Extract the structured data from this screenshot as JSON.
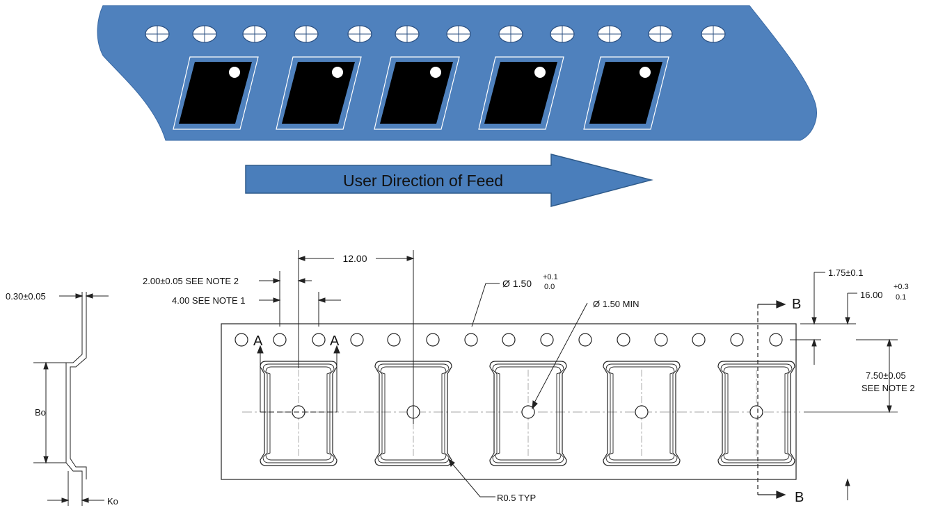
{
  "feed_arrow": {
    "label": "User Direction of Feed"
  },
  "dimensions": {
    "pitch": "12.00",
    "hole_to_pocket": "2.00±0.05 SEE NOTE 2",
    "hole_pitch": "4.00 SEE NOTE 1",
    "hole_dia": "Ø 1.50",
    "hole_dia_tol_upper": "+0.1",
    "hole_dia_tol_lower": "0.0",
    "pocket_hole_dia": "Ø 1.50 MIN",
    "edge_to_hole": "1.75±0.1",
    "tape_width": "16.00",
    "tape_width_tol_upper": "+0.3",
    "tape_width_tol_lower": "0.1",
    "hole_to_center": "7.50±0.05",
    "hole_to_center_note": "SEE NOTE 2",
    "corner_radius": "R0.5 TYP",
    "thickness": "0.30±0.05",
    "bo": "Bo",
    "ko": "Ko"
  },
  "section_markers": {
    "a": "A",
    "b": "B"
  },
  "colors": {
    "tape_blue": "#4f81bd",
    "arrow_blue": "#4a7ebb",
    "arrow_outline": "#2e5a8a",
    "pocket": "#000000"
  }
}
